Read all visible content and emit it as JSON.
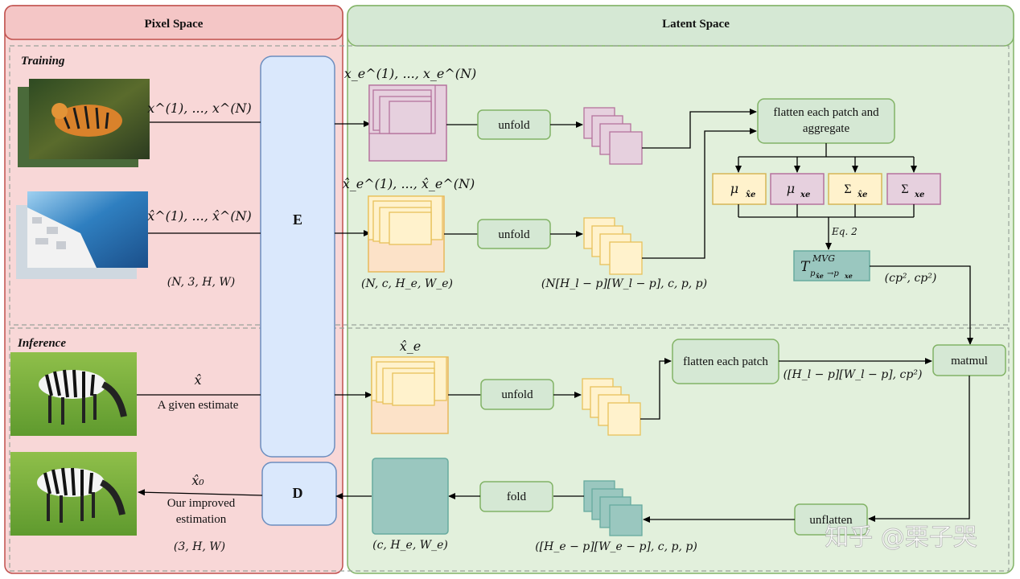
{
  "regions": {
    "pixel_space": "Pixel Space",
    "latent_space": "Latent Space",
    "training": "Training",
    "inference": "Inference"
  },
  "encoder": "E",
  "decoder": "D",
  "images": {
    "tiger": "tiger photo",
    "santorini": "coastal town photo",
    "zebra_input": "zebra photo",
    "zebra_output": "zebra photo (improved)"
  },
  "labels": {
    "x_train": "x^(1), ..., x^(N)",
    "xhat_train": "x̂^(1), ..., x̂^(N)",
    "shape_pixel_train": "(N, 3, H, W)",
    "xe_train": "x_e^(1), ..., x_e^(N)",
    "xhat_e_train": "x̂_e^(1), ..., x̂_e^(N)",
    "shape_latent_train": "(N, c, H_e, W_e)",
    "shape_patches_train": "(N[H_l − p][W_l − p], c, p, p)",
    "flatten_aggregate_1": "flatten each patch and",
    "flatten_aggregate_2": "aggregate",
    "mu_hat": "μ",
    "mu_hat_sub": "x̂e",
    "mu": "μ",
    "mu_sub": "xe",
    "sigma_hat": "Σ",
    "sigma_hat_sub": "x̂e",
    "sigma": "Σ",
    "sigma_sub": "xe",
    "eq2": "Eq. 2",
    "transport": "T",
    "transport_sup": "MVG",
    "transport_sub": "p",
    "transport_sub_a": "x̂e",
    "transport_sub_mid": "→p",
    "transport_sub_b": "xe",
    "transport_shape": "(cp², cp²)",
    "xhat_infer": "x̂",
    "given_estimate": "A given estimate",
    "xhat_e_infer": "x̂_e",
    "flatten_each_patch": "flatten each patch",
    "shape_flat_infer": "([H_l − p][W_l − p], cp²)",
    "matmul": "matmul",
    "unflatten": "unflatten",
    "fold": "fold",
    "unfold": "unfold",
    "shape_patches_fold": "([H_e − p][W_e − p], c, p, p)",
    "shape_latent_out": "(c, H_e, W_e)",
    "xhat0": "x̂₀",
    "improved_1": "Our improved",
    "improved_2": "estimation",
    "shape_pixel_out": "(3, H, W)",
    "watermark": "知乎 @栗子哭"
  },
  "colors": {
    "pixel_bg": "#f8d7d7",
    "pixel_border": "#c0504d",
    "latent_bg": "#e2f0dc",
    "latent_border": "#82b366",
    "encoder_fill": "#dae8fc",
    "encoder_border": "#6c8ebf",
    "green_box": "#d5e8d4",
    "purple_fill": "#e6d0de",
    "purple_border": "#b5739d",
    "yellow_fill": "#fff2cc",
    "yellow_border": "#d6b656",
    "teal_fill": "#9ac7bf",
    "teal_border": "#67ab9f"
  }
}
